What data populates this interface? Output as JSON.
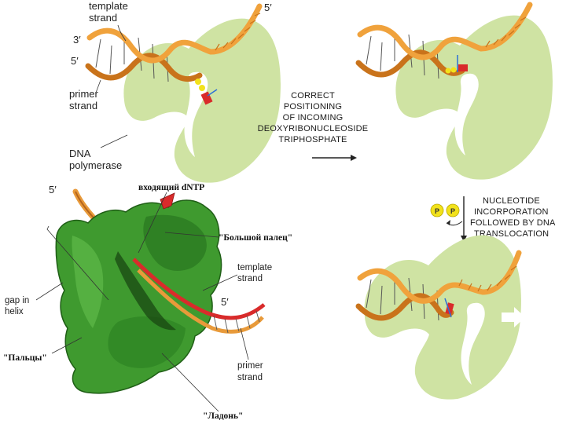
{
  "colors": {
    "polymerase": "#cfe3a3",
    "strand": "#f0a23c",
    "strand_dark": "#c9731b",
    "protein": "#3f9a2f",
    "protein_dark": "#1f5e16",
    "dntp": "#d92b2b",
    "phosphate": "#f2e21b"
  },
  "panel1": {
    "template_line1": "template",
    "template_line2": "strand",
    "five_prime_top": "5′",
    "three_prime": "3′",
    "five_prime_left": "5′",
    "primer_line1": "primer",
    "primer_line2": "strand",
    "poly_line1": "DNA",
    "poly_line2": "polymerase"
  },
  "step1": {
    "line1": "CORRECT",
    "line2": "POSITIONING",
    "line3": "OF INCOMING",
    "line4": "DEOXYRIBONUCLEOSIDE",
    "line5": "TRIPHOSPHATE"
  },
  "step2": {
    "line1": "NUCLEOTIDE",
    "line2": "INCORPORATION",
    "line3": "FOLLOWED BY DNA",
    "line4": "TRANSLOCATION",
    "phosphate_label": "P"
  },
  "structure": {
    "dntp_label": "входящий dNTP",
    "thumb_label": "\"Большой палец\"",
    "fingers_label": "\"Пальцы\"",
    "palm_label": "\"Ладонь\"",
    "gap_line1": "gap in",
    "gap_line2": "helix",
    "five_prime_top": "5′",
    "five_prime_right": "5′",
    "template_line1": "template",
    "template_line2": "strand",
    "primer_line1": "primer",
    "primer_line2": "strand"
  }
}
